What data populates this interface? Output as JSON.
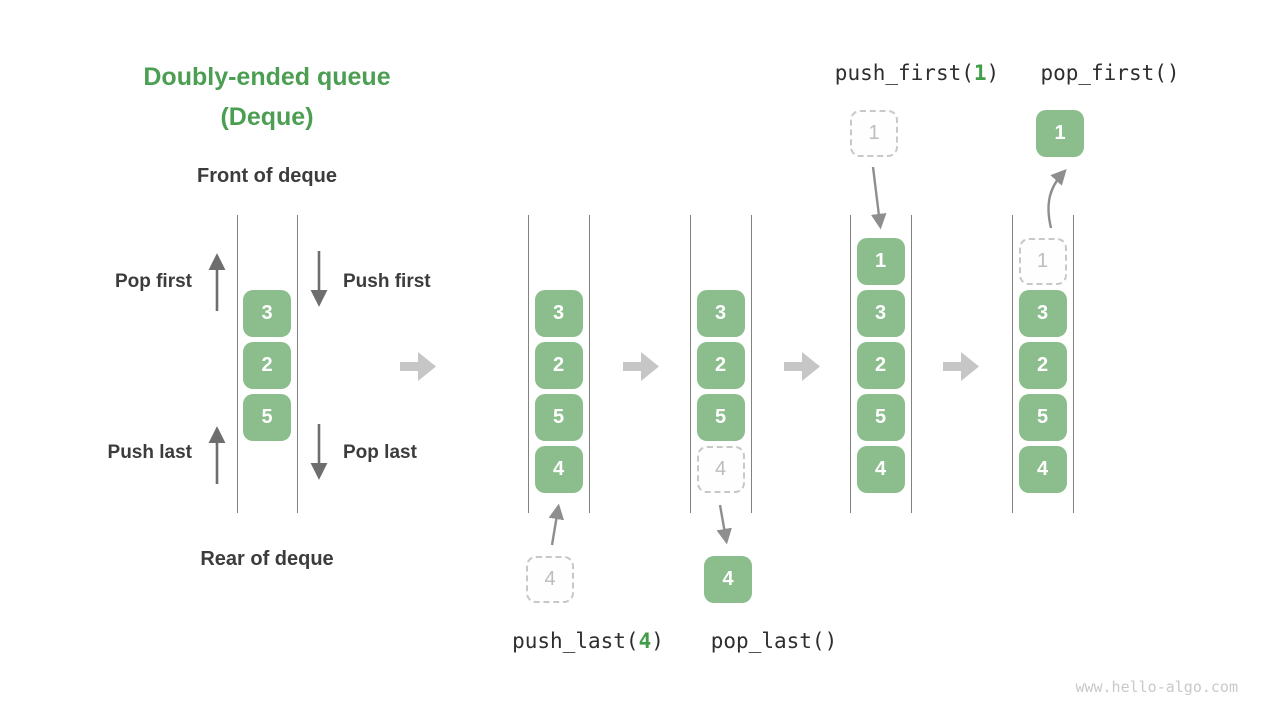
{
  "title": {
    "line1": "Doubly-ended queue",
    "line2": "(Deque)"
  },
  "labels": {
    "front": "Front of deque",
    "rear": "Rear of deque",
    "pop_first": "Pop first",
    "push_first": "Push first",
    "push_last": "Push last",
    "pop_last": "Pop last"
  },
  "operations": {
    "push_last": {
      "prefix": "push_last(",
      "arg": "4",
      "suffix": ")"
    },
    "pop_last": {
      "prefix": "pop_last(",
      "arg": "",
      "suffix": ")"
    },
    "push_first": {
      "prefix": "push_first(",
      "arg": "1",
      "suffix": ")"
    },
    "pop_first": {
      "prefix": "pop_first(",
      "arg": "",
      "suffix": ")"
    }
  },
  "queues": [
    {
      "name": "initial",
      "cells": [
        {
          "v": "3"
        },
        {
          "v": "2"
        },
        {
          "v": "5"
        }
      ]
    },
    {
      "name": "after-push-last",
      "cells": [
        {
          "v": "3"
        },
        {
          "v": "2"
        },
        {
          "v": "5"
        },
        {
          "v": "4"
        }
      ]
    },
    {
      "name": "during-pop-last",
      "cells": [
        {
          "v": "3"
        },
        {
          "v": "2"
        },
        {
          "v": "5"
        },
        {
          "v": "4",
          "ghost": true
        }
      ]
    },
    {
      "name": "after-push-first",
      "cells": [
        {
          "v": "1"
        },
        {
          "v": "3"
        },
        {
          "v": "2"
        },
        {
          "v": "5"
        },
        {
          "v": "4"
        }
      ]
    },
    {
      "name": "during-pop-first",
      "cells": [
        {
          "v": "1",
          "ghost": true
        },
        {
          "v": "3"
        },
        {
          "v": "2"
        },
        {
          "v": "5"
        },
        {
          "v": "4"
        }
      ]
    }
  ],
  "floating": {
    "incoming_4": {
      "value": "4"
    },
    "outgoing_4": {
      "value": "4"
    },
    "incoming_1": {
      "value": "1"
    },
    "outgoing_1": {
      "value": "1"
    }
  },
  "watermark": "www.hello-algo.com",
  "colors": {
    "cell_green": "#8CBD8C",
    "title_green": "#4C9E53",
    "code_green": "#3F9E47",
    "dark_text": "#3C3C3C",
    "rail_gray": "#828282",
    "block_arrow_gray": "#C6C6C6",
    "ghost_gray": "#BDBDBD"
  }
}
